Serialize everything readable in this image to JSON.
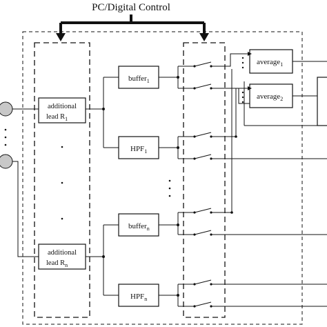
{
  "title": "PC/Digital Control",
  "blocks": {
    "lead1": {
      "line1": "additional",
      "line2": "lead R",
      "sub": "1"
    },
    "leadn": {
      "line1": "additional",
      "line2": "lead R",
      "sub": "n"
    },
    "buffer1": {
      "label": "buffer",
      "sub": "1"
    },
    "hpf1": {
      "label": "HPF",
      "sub": "1"
    },
    "buffern": {
      "label": "buffer",
      "sub": "n"
    },
    "hpfn": {
      "label": "HPF",
      "sub": "n"
    },
    "average1": {
      "label": "average",
      "sub": "1"
    },
    "average2": {
      "label": "average",
      "sub": "2"
    }
  },
  "colors": {
    "ink": "#111111",
    "electrode": "#c8c8c8",
    "background": "#ffffff"
  }
}
